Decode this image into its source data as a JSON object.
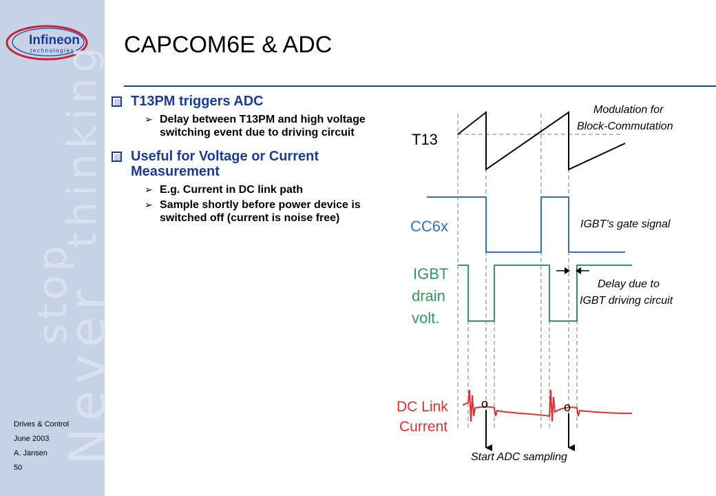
{
  "sidebar": {
    "logo_text": "Infineon",
    "logo_subtext": "technologies",
    "tagline_stop": "stop",
    "tagline_never": "Never",
    "tagline_thinking": "thinking",
    "footer": [
      "Drives & Control",
      "June 2003",
      "A. Jansen",
      "50"
    ]
  },
  "title": "CAPCOM6E & ADC",
  "bullets": [
    {
      "text": "T13PM triggers ADC",
      "sub": [
        "Delay between T13PM and high voltage switching event due to driving circuit"
      ]
    },
    {
      "text": "Useful for Voltage or Current Measurement",
      "sub": [
        "E.g. Current in DC link path",
        "Sample shortly before power device is switched off (current is noise free)"
      ]
    }
  ],
  "diagram": {
    "signals": {
      "t13": "T13",
      "cc6x": "CC6x",
      "igbt": [
        "IGBT",
        "drain",
        "volt."
      ],
      "dc": [
        "DC Link",
        "Current"
      ]
    },
    "annotations": {
      "modulation": [
        "Modulation for",
        "Block-Commutation"
      ],
      "gate": "IGBT’s gate signal",
      "delay": [
        "Delay due to",
        "IGBT driving circuit"
      ],
      "start": "Start ADC sampling"
    },
    "sample_marks": [
      "o",
      "o"
    ],
    "colors": {
      "sidebar": "#c6d2e6",
      "accent": "#1a3aa0",
      "t13_wave": "#000000",
      "cc6x_wave": "#2f6fd0",
      "igbt_wave": "#2e9a5a",
      "dc_wave": "#e03030",
      "guides": "#7a7a7a"
    }
  }
}
